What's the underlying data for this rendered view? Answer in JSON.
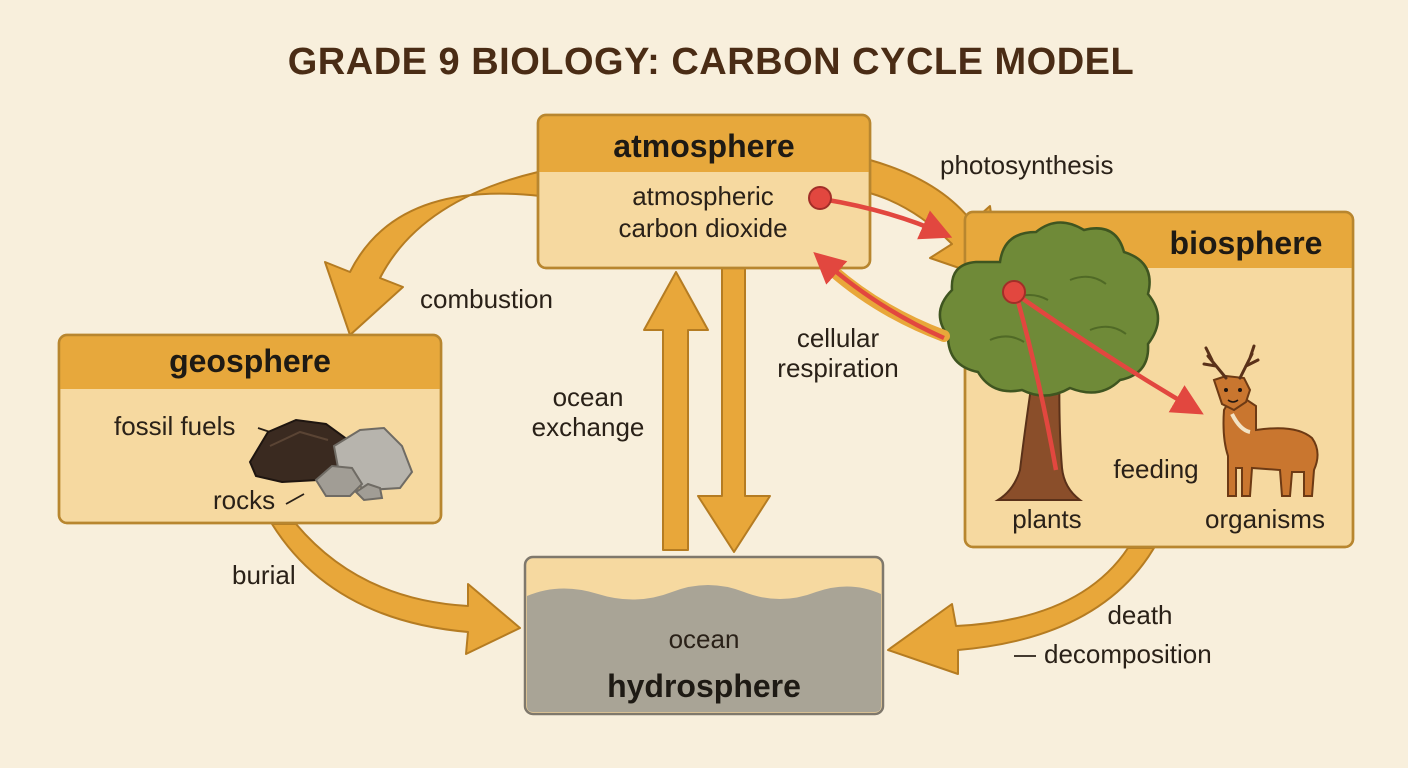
{
  "title": "GRADE 9 BIOLOGY: CARBON CYCLE MODEL",
  "reservoirs": {
    "atmosphere": {
      "name": "atmosphere",
      "content": [
        "atmospheric",
        "carbon dioxide"
      ]
    },
    "biosphere": {
      "name": "biosphere",
      "plants": "plants",
      "organisms": "organisms"
    },
    "geosphere": {
      "name": "geosphere",
      "fossil_fuels": "fossil fuels",
      "rocks": "rocks"
    },
    "hydrosphere": {
      "name": "hydrosphere",
      "ocean": "ocean"
    }
  },
  "processes": {
    "photosynthesis": "photosynthesis",
    "combustion": "combustion",
    "respiration": [
      "cellular",
      "respiration"
    ],
    "ocean_exchange": [
      "ocean",
      "exchange"
    ],
    "feeding": "feeding",
    "burial": "burial",
    "death": "death",
    "decomposition": "decomposition"
  },
  "colors": {
    "background": "#f8efdc",
    "box_fill": "#f6d9a0",
    "box_header": "#e7a83c",
    "box_stroke": "#b8862f",
    "arrow": "#e8a73a",
    "arrow_stroke": "#b57c22",
    "carbon_path": "#e2473f",
    "water": "#a9a496",
    "title": "#4a2c15"
  }
}
